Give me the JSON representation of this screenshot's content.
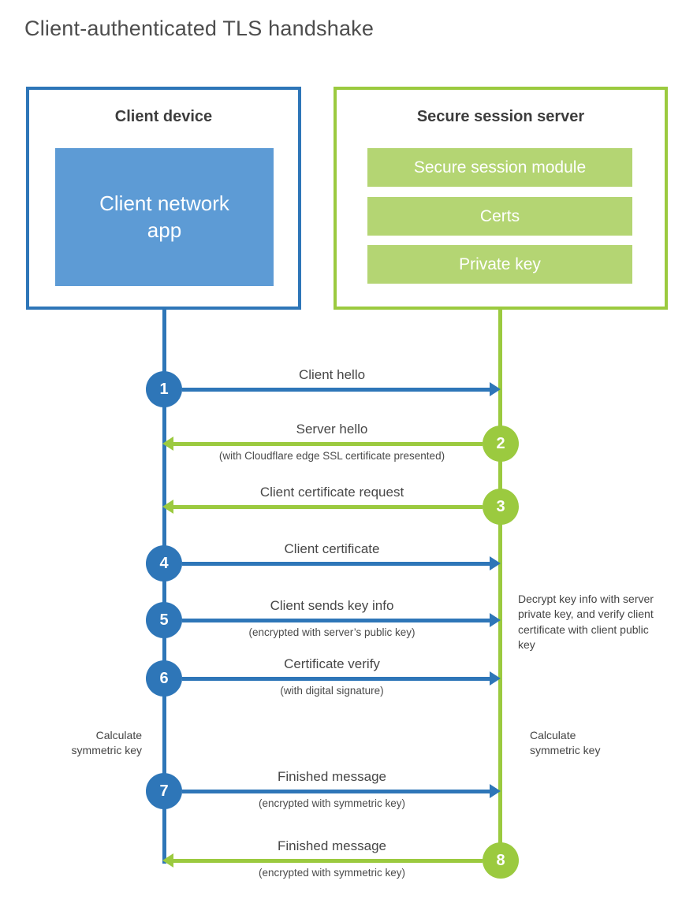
{
  "title": "Client-authenticated TLS handshake",
  "colors": {
    "blue": "#2e76b8",
    "light_blue": "#5d9bd5",
    "green": "#9bca3f",
    "light_green": "#b4d573",
    "heading_text": "#3d3d3d",
    "label_text": "#474747"
  },
  "client": {
    "title": "Client device",
    "app": "Client network app"
  },
  "server": {
    "title": "Secure session server",
    "modules": [
      "Secure session module",
      "Certs",
      "Private key"
    ]
  },
  "steps": [
    {
      "num": "1",
      "label": "Client hello",
      "sub": ""
    },
    {
      "num": "2",
      "label": "Server hello",
      "sub": "(with Cloudflare edge SSL certificate presented)"
    },
    {
      "num": "3",
      "label": "Client certificate request",
      "sub": ""
    },
    {
      "num": "4",
      "label": "Client certificate",
      "sub": ""
    },
    {
      "num": "5",
      "label": "Client sends key info",
      "sub": "(encrypted with server’s public key)"
    },
    {
      "num": "6",
      "label": "Certificate verify",
      "sub": "(with digital signature)"
    },
    {
      "num": "7",
      "label": "Finished message",
      "sub": "(encrypted with symmetric key)"
    },
    {
      "num": "8",
      "label": "Finished message",
      "sub": "(encrypted with symmetric key)"
    }
  ],
  "side_notes": {
    "decrypt": "Decrypt key info with server private key, and verify client certificate with client public key",
    "calculate_left": "Calculate symmetric key",
    "calculate_right": "Calculate symmetric key"
  }
}
